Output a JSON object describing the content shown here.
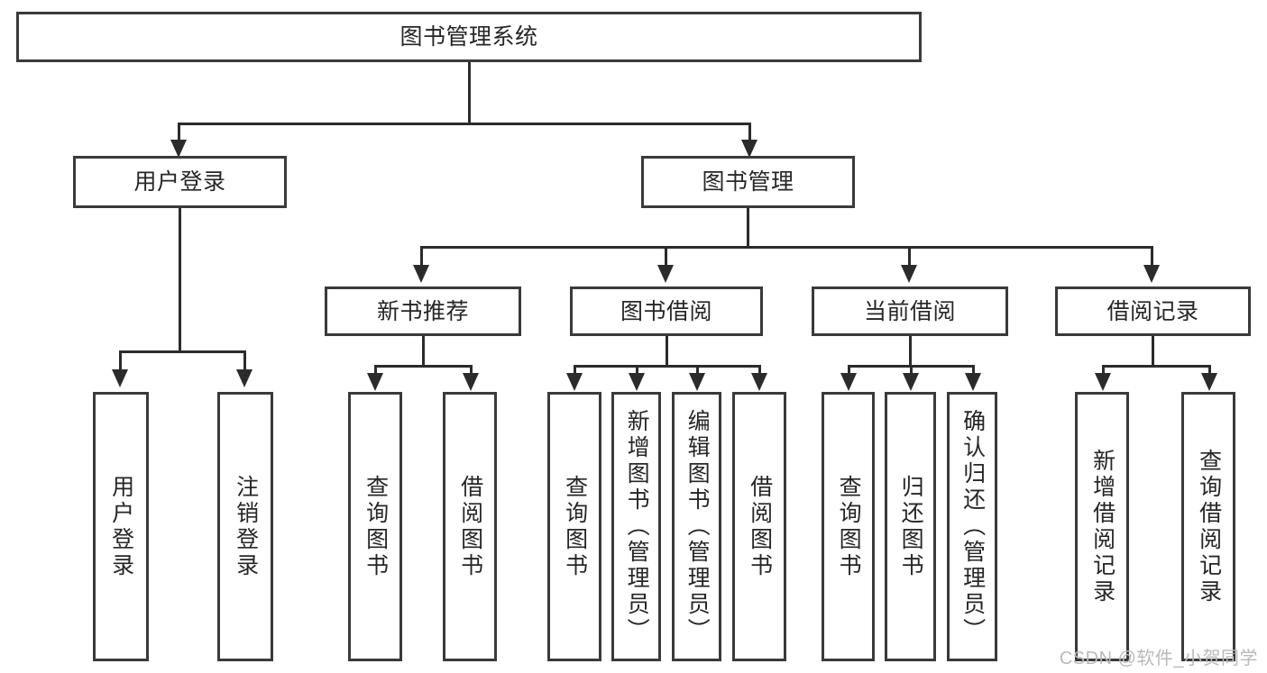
{
  "diagram": {
    "title": "图书管理系统",
    "root": {
      "id": "root",
      "label": "图书管理系统"
    },
    "level2": [
      {
        "id": "user-login",
        "label": "用户登录"
      },
      {
        "id": "book-manage",
        "label": "图书管理"
      }
    ],
    "level3": [
      {
        "id": "new-book-recommend",
        "label": "新书推荐"
      },
      {
        "id": "book-borrow",
        "label": "图书借阅"
      },
      {
        "id": "current-borrow",
        "label": "当前借阅"
      },
      {
        "id": "borrow-record",
        "label": "借阅记录"
      }
    ],
    "leaves": {
      "user_login": [
        {
          "id": "leaf-user-login",
          "label": "用户登录"
        },
        {
          "id": "leaf-logout-login",
          "label": "注销登录"
        }
      ],
      "new_book_recommend": [
        {
          "id": "leaf-query-book-1",
          "label": "查询图书"
        },
        {
          "id": "leaf-borrow-book-1",
          "label": "借阅图书"
        }
      ],
      "book_borrow": [
        {
          "id": "leaf-query-book-2",
          "label": "查询图书"
        },
        {
          "id": "leaf-add-book",
          "label": "新增图书（管理员）"
        },
        {
          "id": "leaf-edit-book",
          "label": "编辑图书（管理员）"
        },
        {
          "id": "leaf-borrow-book-2",
          "label": "借阅图书"
        }
      ],
      "current_borrow": [
        {
          "id": "leaf-query-book-3",
          "label": "查询图书"
        },
        {
          "id": "leaf-return-book",
          "label": "归还图书"
        },
        {
          "id": "leaf-confirm-return",
          "label": "确认归还（管理员）"
        }
      ],
      "borrow_record": [
        {
          "id": "leaf-add-record",
          "label": "新增借阅记录"
        },
        {
          "id": "leaf-query-record",
          "label": "查询借阅记录"
        }
      ]
    }
  },
  "watermark": {
    "text": "CSDN @软件_小贺同学"
  },
  "colors": {
    "box_border": "#3a3a3a",
    "line": "#2b2b2b",
    "text": "#262626",
    "background": "#ffffff",
    "watermark": "#b9b9b9"
  }
}
